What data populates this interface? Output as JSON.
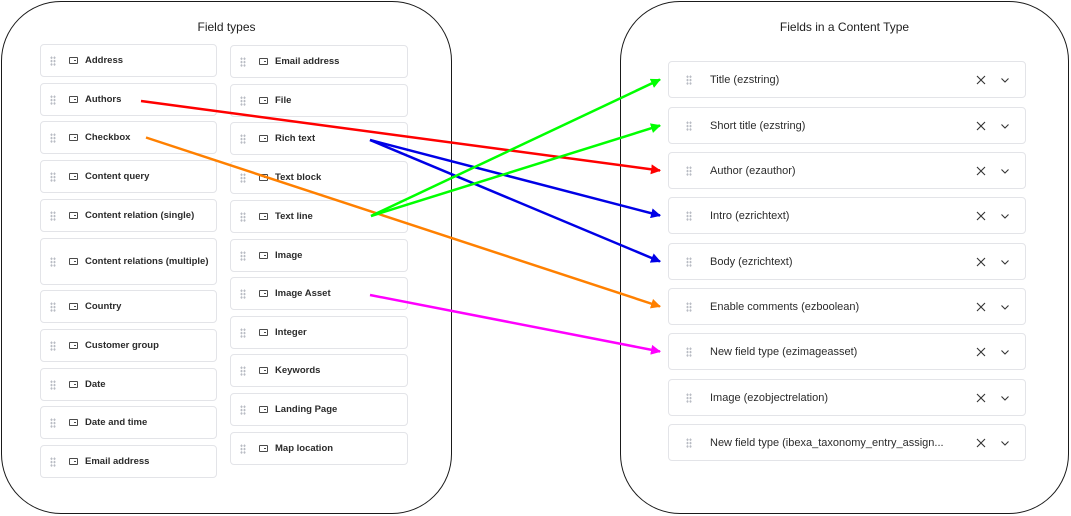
{
  "left_panel": {
    "title": "Field types",
    "column1": [
      "Address",
      "Authors",
      "Checkbox",
      "Content query",
      "Content relation (single)",
      "Content relations (multiple)",
      "Country",
      "Customer group",
      "Date",
      "Date and time",
      "Email address"
    ],
    "column2": [
      "Email address",
      "File",
      "Rich text",
      "Text block",
      "Text line",
      "Image",
      "Image Asset",
      "Integer",
      "Keywords",
      "Landing Page",
      "Map location"
    ]
  },
  "right_panel": {
    "title": "Fields in a Content Type",
    "fields": [
      "Title (ezstring)",
      "Short title (ezstring)",
      "Author (ezauthor)",
      "Intro (ezrichtext)",
      "Body (ezrichtext)",
      "Enable comments (ezboolean)",
      "New field type (ezimageasset)",
      "Image (ezobjectrelation)",
      "New field type (ibexa_taxonomy_entry_assign..."
    ]
  },
  "icons": {
    "drag": "drag-handle-icon",
    "field_type": "field-type-icon",
    "remove": "close-icon",
    "expand": "chevron-down-icon"
  },
  "mappings": [
    {
      "from": "Authors",
      "to": "Author (ezauthor)",
      "color": "#ff0000"
    },
    {
      "from": "Checkbox",
      "to": "Enable comments (ezboolean)",
      "color": "#ff8000"
    },
    {
      "from": "Rich text",
      "to": "Intro (ezrichtext)",
      "color": "#0000e6"
    },
    {
      "from": "Rich text",
      "to": "Body (ezrichtext)",
      "color": "#0000e6"
    },
    {
      "from": "Text line",
      "to": "Title (ezstring)",
      "color": "#00ff00"
    },
    {
      "from": "Text line",
      "to": "Short title (ezstring)",
      "color": "#00ff00"
    },
    {
      "from": "Image Asset",
      "to": "New field type (ezimageasset)",
      "color": "#ff00ff"
    }
  ]
}
